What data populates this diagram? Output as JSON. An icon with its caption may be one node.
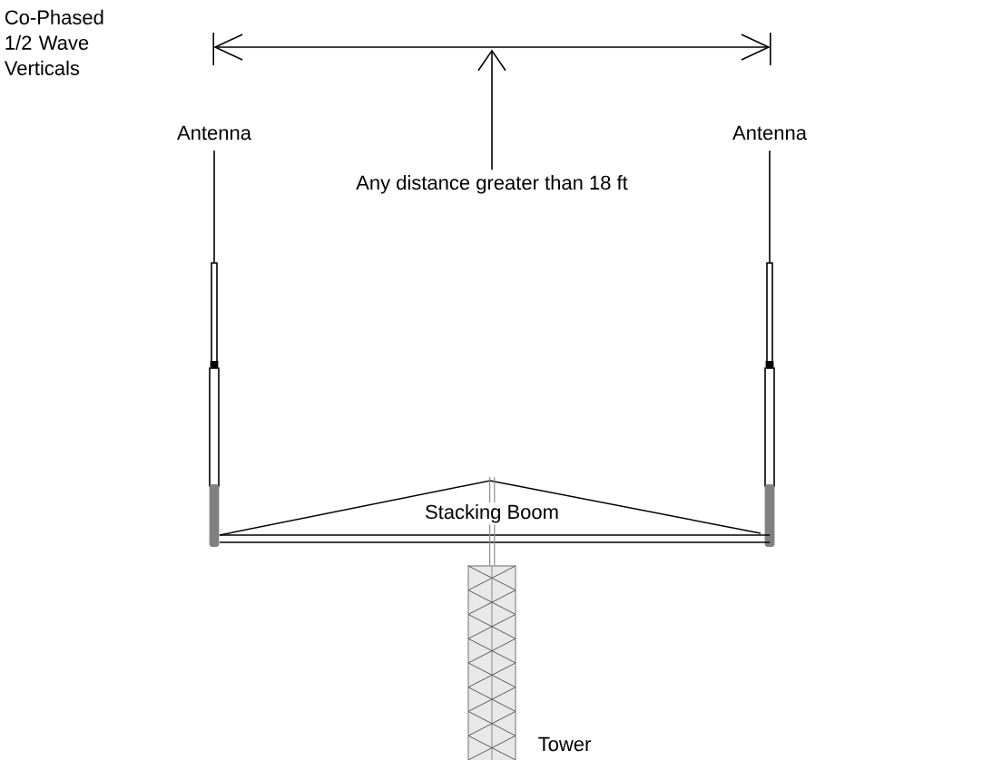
{
  "diagram": {
    "title": "Co-Phased 1/2 Wave Verticals",
    "nodes": [
      {
        "text": [],
        "shape": "line"
      },
      {
        "text": [
          "Any distance greater than 18 ft"
        ]
      }
    ],
    "edges": [
      {
        "from": 1,
        "to": 0,
        "arrow": "to"
      }
    ],
    "labels": [
      "Antenna",
      "Antenna",
      "Stacking Boom",
      "Tower"
    ]
  }
}
